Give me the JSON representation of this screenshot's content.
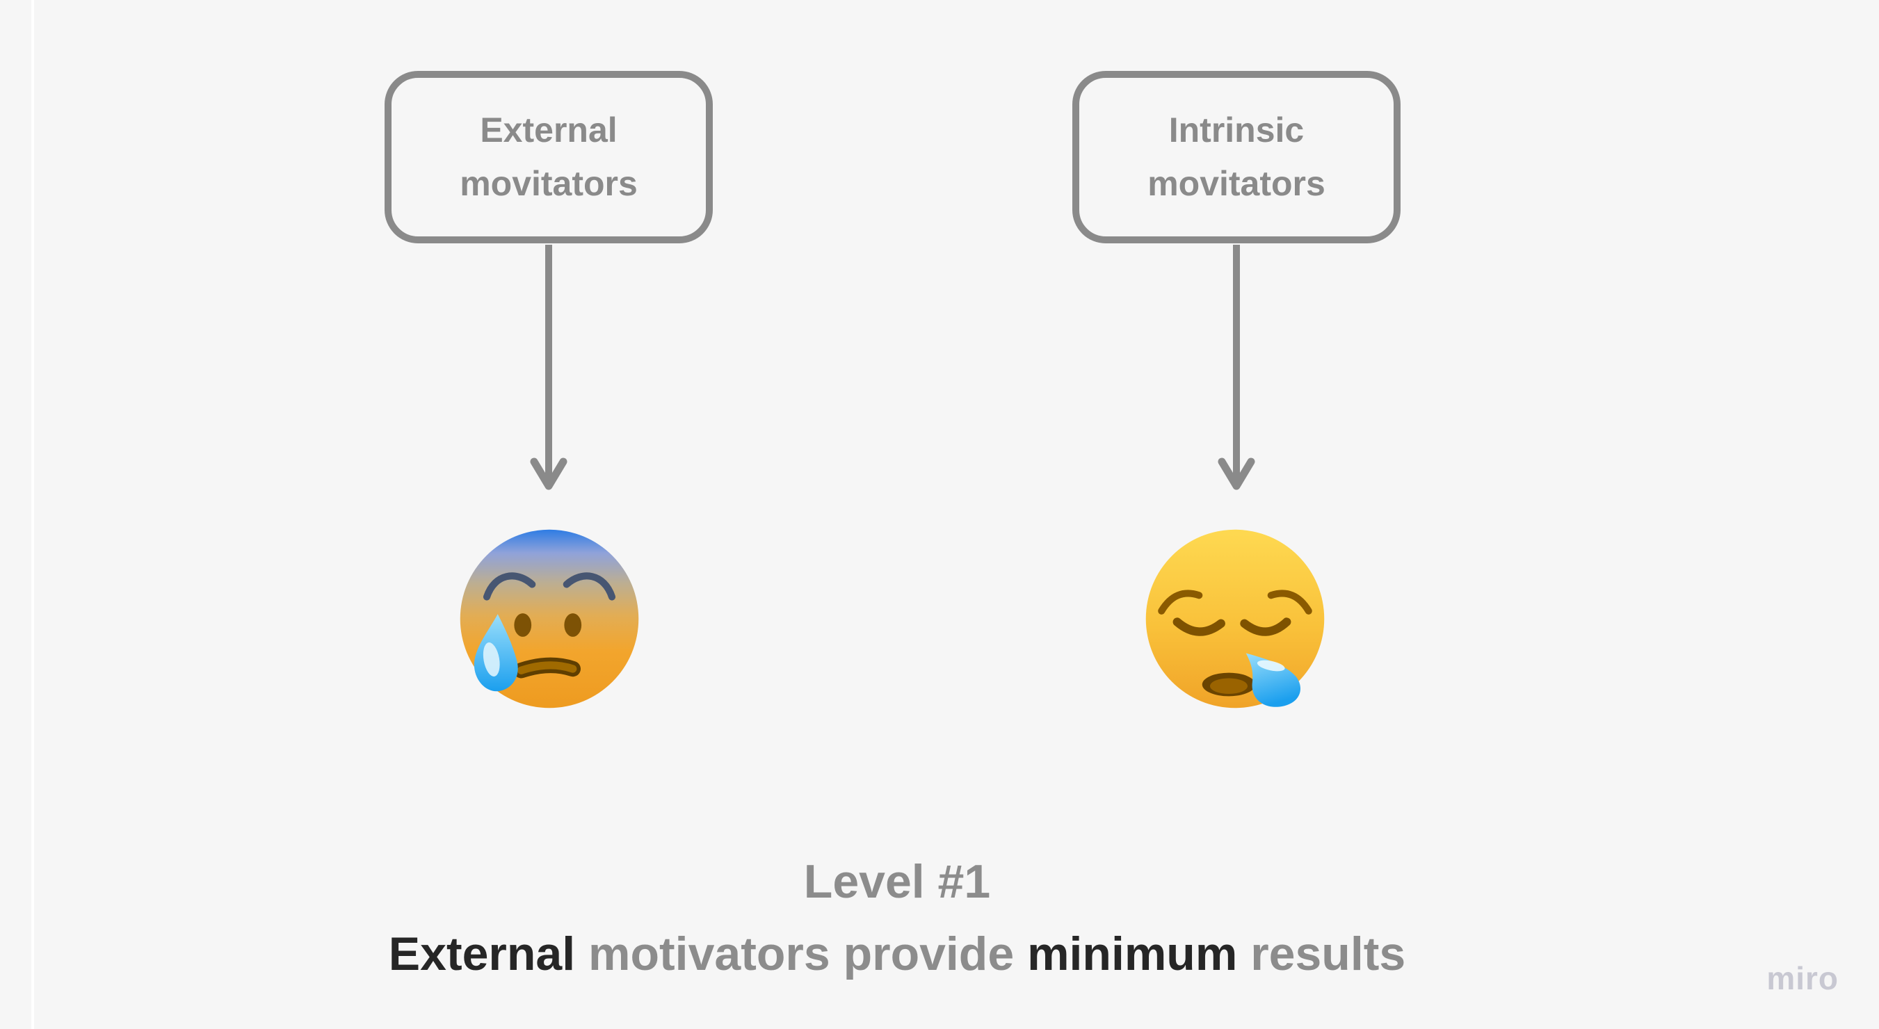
{
  "board": {
    "background_color": "#f6f6f6",
    "shape_color": "#8a8a8a",
    "frame_edge_color": "#ffffff"
  },
  "boxes": [
    {
      "line1": "External",
      "line2": "movitators"
    },
    {
      "line1": "Intrinsic",
      "line2": "movitators"
    }
  ],
  "emojis": [
    {
      "name": "anxious-face-with-sweat",
      "character": "😰"
    },
    {
      "name": "sleepy-face",
      "character": "😪"
    }
  ],
  "caption": {
    "line1": "Level #1",
    "line2": [
      {
        "text": "External",
        "style": "dark"
      },
      {
        "text": " motivators provide ",
        "style": "gray"
      },
      {
        "text": "minimum",
        "style": "dark"
      },
      {
        "text": " results",
        "style": "gray"
      }
    ],
    "gray_color": "#8c8c8c",
    "dark_color": "#262626"
  },
  "watermark": {
    "text": "miro",
    "color": "#c8c8d2"
  }
}
